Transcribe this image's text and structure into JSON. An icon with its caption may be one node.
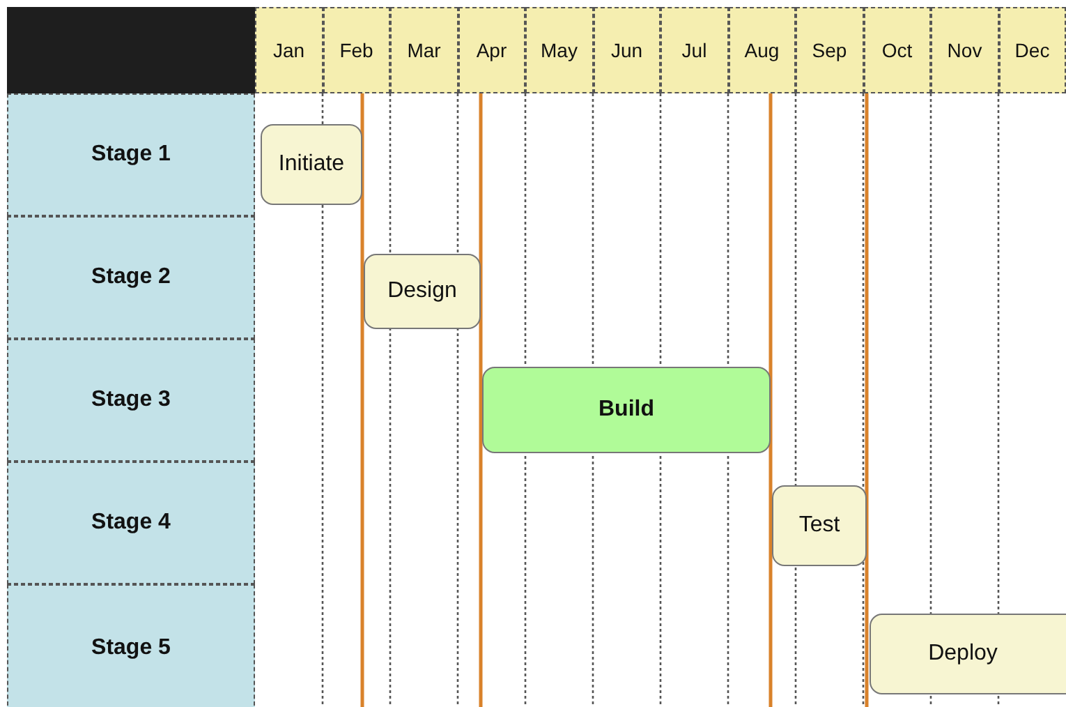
{
  "diagram": {
    "nodes": [
      {
        "text": [
          "Stage 1"
        ]
      },
      {
        "text": [
          "Stage 2"
        ]
      },
      {
        "text": [
          "Stage 3"
        ]
      },
      {
        "text": [
          "Stage 4"
        ]
      },
      {
        "text": [
          "Stage 5"
        ]
      },
      {
        "text": [
          "Initiate"
        ]
      },
      {
        "text": [
          "Design"
        ]
      },
      {
        "text": [
          "Build"
        ]
      },
      {
        "text": [
          "Test"
        ]
      },
      {
        "text": [
          "Deploy"
        ]
      }
    ],
    "labels": [
      "Jan",
      "Feb",
      "Mar",
      "Apr",
      "May",
      "Jun",
      "Jul",
      "Aug",
      "Sep",
      "Oct",
      "Nov",
      "Dec"
    ]
  }
}
